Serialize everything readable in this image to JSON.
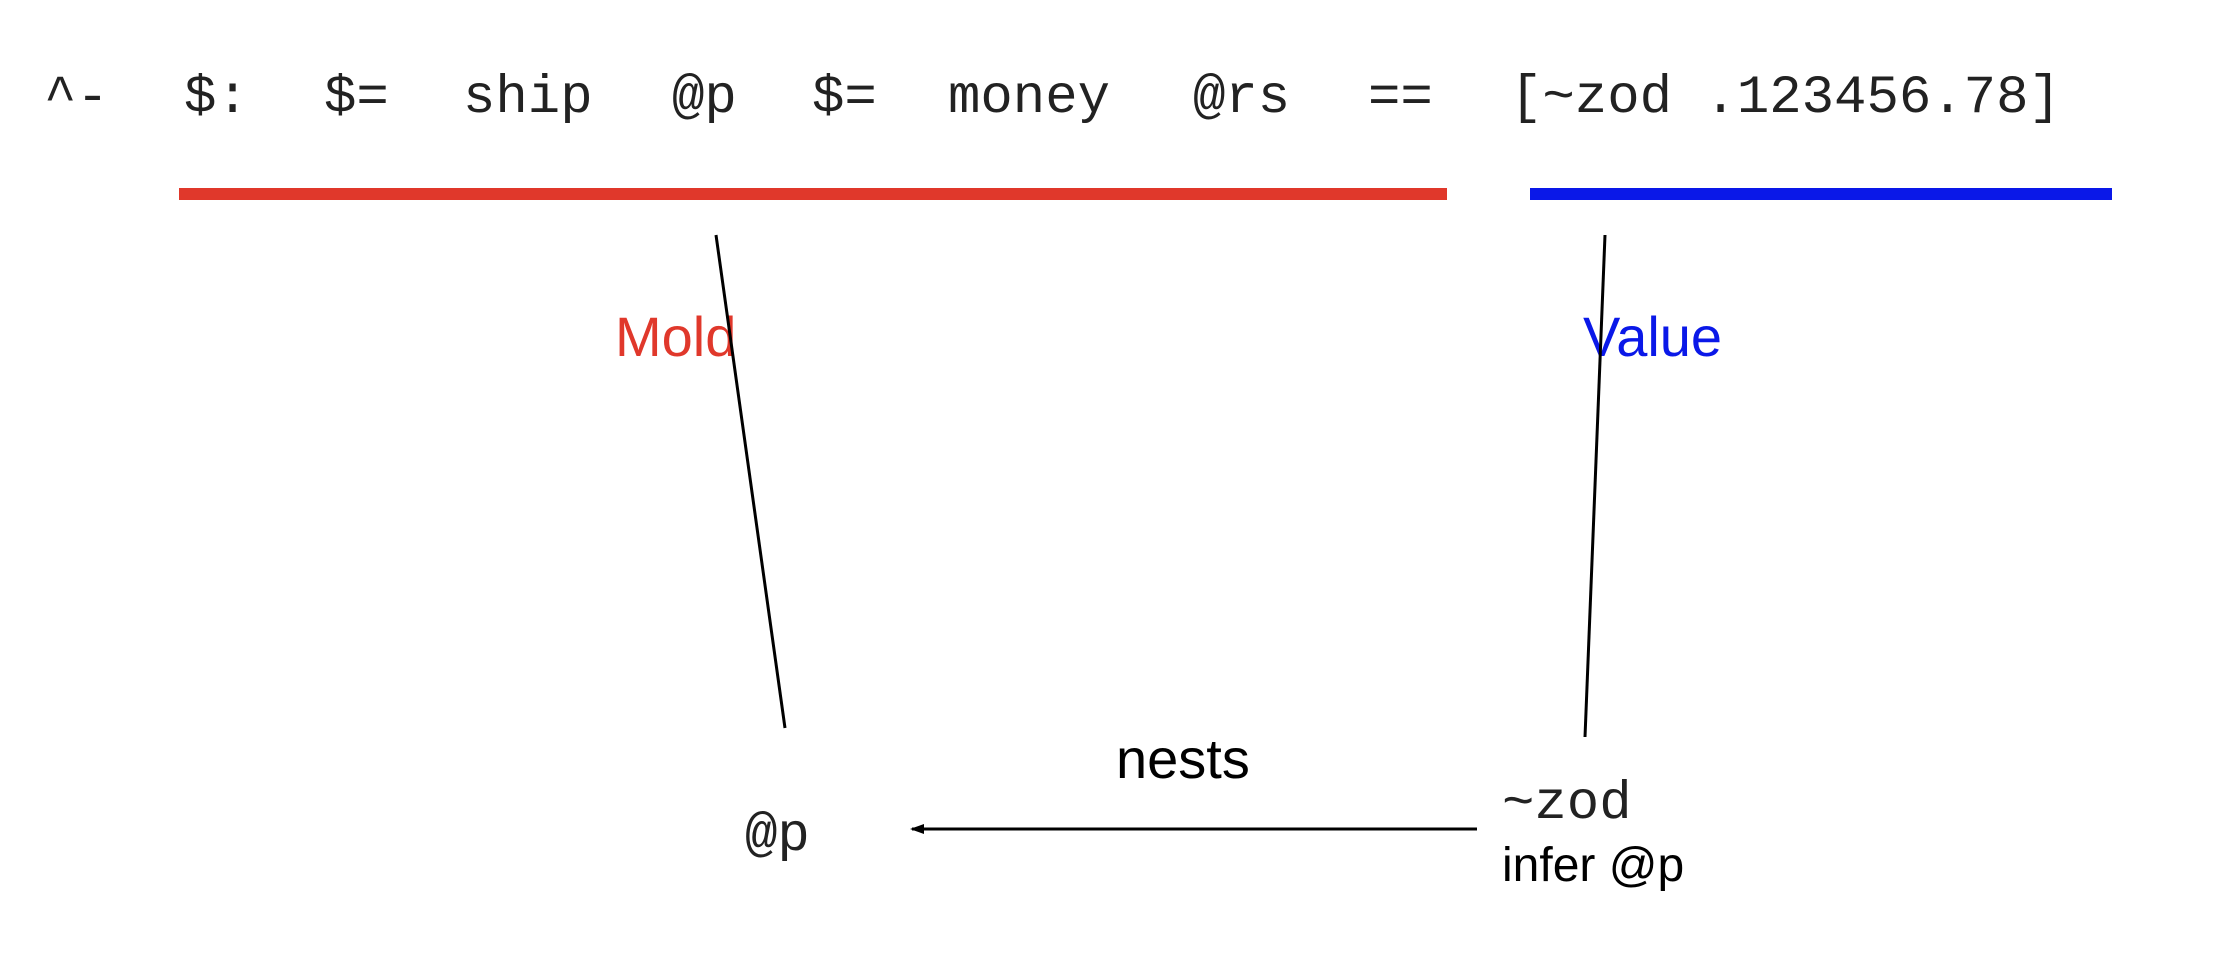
{
  "code": {
    "tokens": [
      "^-",
      "$:",
      "$=",
      "ship",
      "@p",
      "$=",
      "money",
      "@rs",
      "==",
      "[~zod .123456.78]"
    ]
  },
  "labels": {
    "mold": "Mold",
    "value": "Value",
    "nests": "nests",
    "mold_result": "@p",
    "value_result": "~zod",
    "infer": "infer @p"
  },
  "colors": {
    "mold": "#e0382b",
    "value": "#0a18e8",
    "line": "#000000",
    "code": "#222222"
  }
}
